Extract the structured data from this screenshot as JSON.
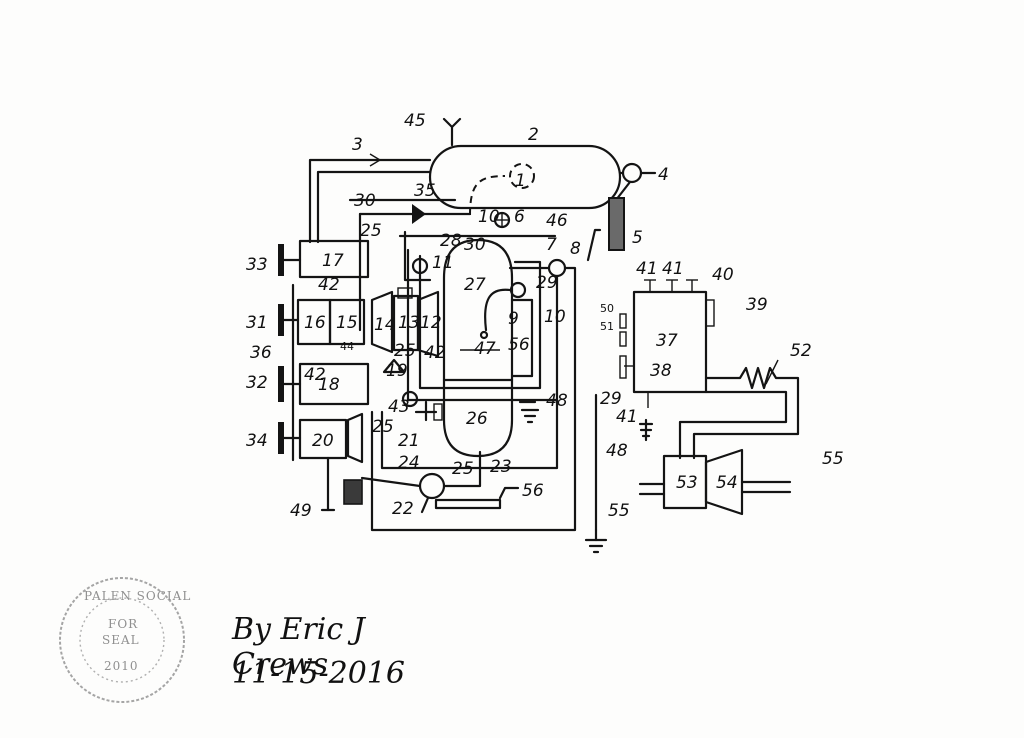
{
  "signature": {
    "by_text": "By Eric J Crews",
    "date": "11-15-2016"
  },
  "labels": {
    "l1": "1",
    "l2": "2",
    "l3": "3",
    "l4": "4",
    "l5": "5",
    "l6": "6",
    "l7": "7",
    "l8": "8",
    "l9": "9",
    "l10a": "10",
    "l10b": "10",
    "l11": "11",
    "l12": "12",
    "l13": "13",
    "l14": "14",
    "l15": "15",
    "l16": "16",
    "l17": "17",
    "l18": "18",
    "l19": "19",
    "l20": "20",
    "l21": "21",
    "l22": "22",
    "l23": "23",
    "l24": "24",
    "l25a": "25",
    "l25b": "25",
    "l25c": "25",
    "l25d": "25",
    "l26": "26",
    "l27": "27",
    "l28": "28",
    "l29a": "29",
    "l29b": "29",
    "l30a": "30",
    "l30b": "30",
    "l31": "31",
    "l32": "32",
    "l33": "33",
    "l34": "34",
    "l35": "35",
    "l36": "36",
    "l37": "37",
    "l38": "38",
    "l39": "39",
    "l40": "40",
    "l41a": "41",
    "l41b": "41",
    "l41c": "41",
    "l42a": "42",
    "l42b": "42",
    "l42c": "42",
    "l43": "43",
    "l44": "44",
    "l45": "45",
    "l46": "46",
    "l47": "47",
    "l48a": "48",
    "l48b": "48",
    "l49": "49",
    "l50": "50",
    "l51": "51",
    "l52": "52",
    "l53": "53",
    "l54": "54",
    "l55a": "55",
    "l55b": "55",
    "l56a": "56",
    "l56b": "56"
  },
  "stamp": {
    "ring_top": "PALEN SOCIAL",
    "center_line1": "FOR",
    "center_line2": "SEAL",
    "year": "2010"
  }
}
